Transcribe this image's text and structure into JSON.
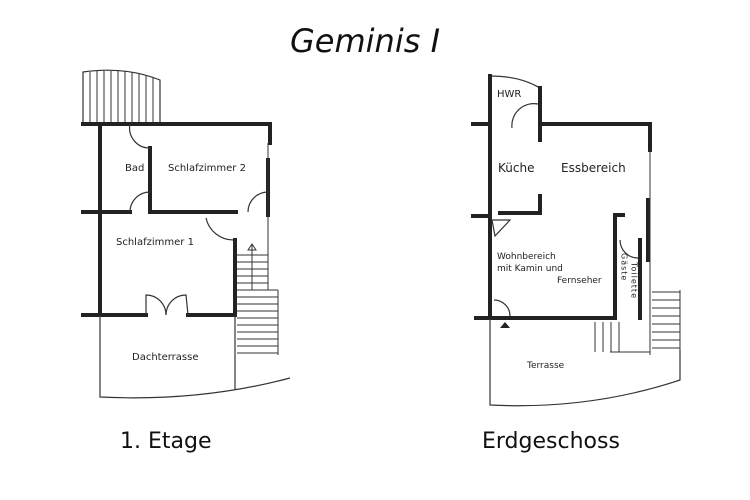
{
  "title": "Geminis I",
  "floors": [
    {
      "name": "1. Etage",
      "rooms": [
        "Bad",
        "Schlafzimmer 2",
        "Schlafzimmer 1",
        "Dachterrasse"
      ]
    },
    {
      "name": "Erdgeschoss",
      "rooms": [
        "HWR",
        "Küche",
        "Essbereich",
        "Wohnbereich",
        "mit Kamin und",
        "Fernseher",
        "Terrasse"
      ],
      "vertical_labels": [
        "Gäste",
        "Toilette"
      ]
    }
  ]
}
